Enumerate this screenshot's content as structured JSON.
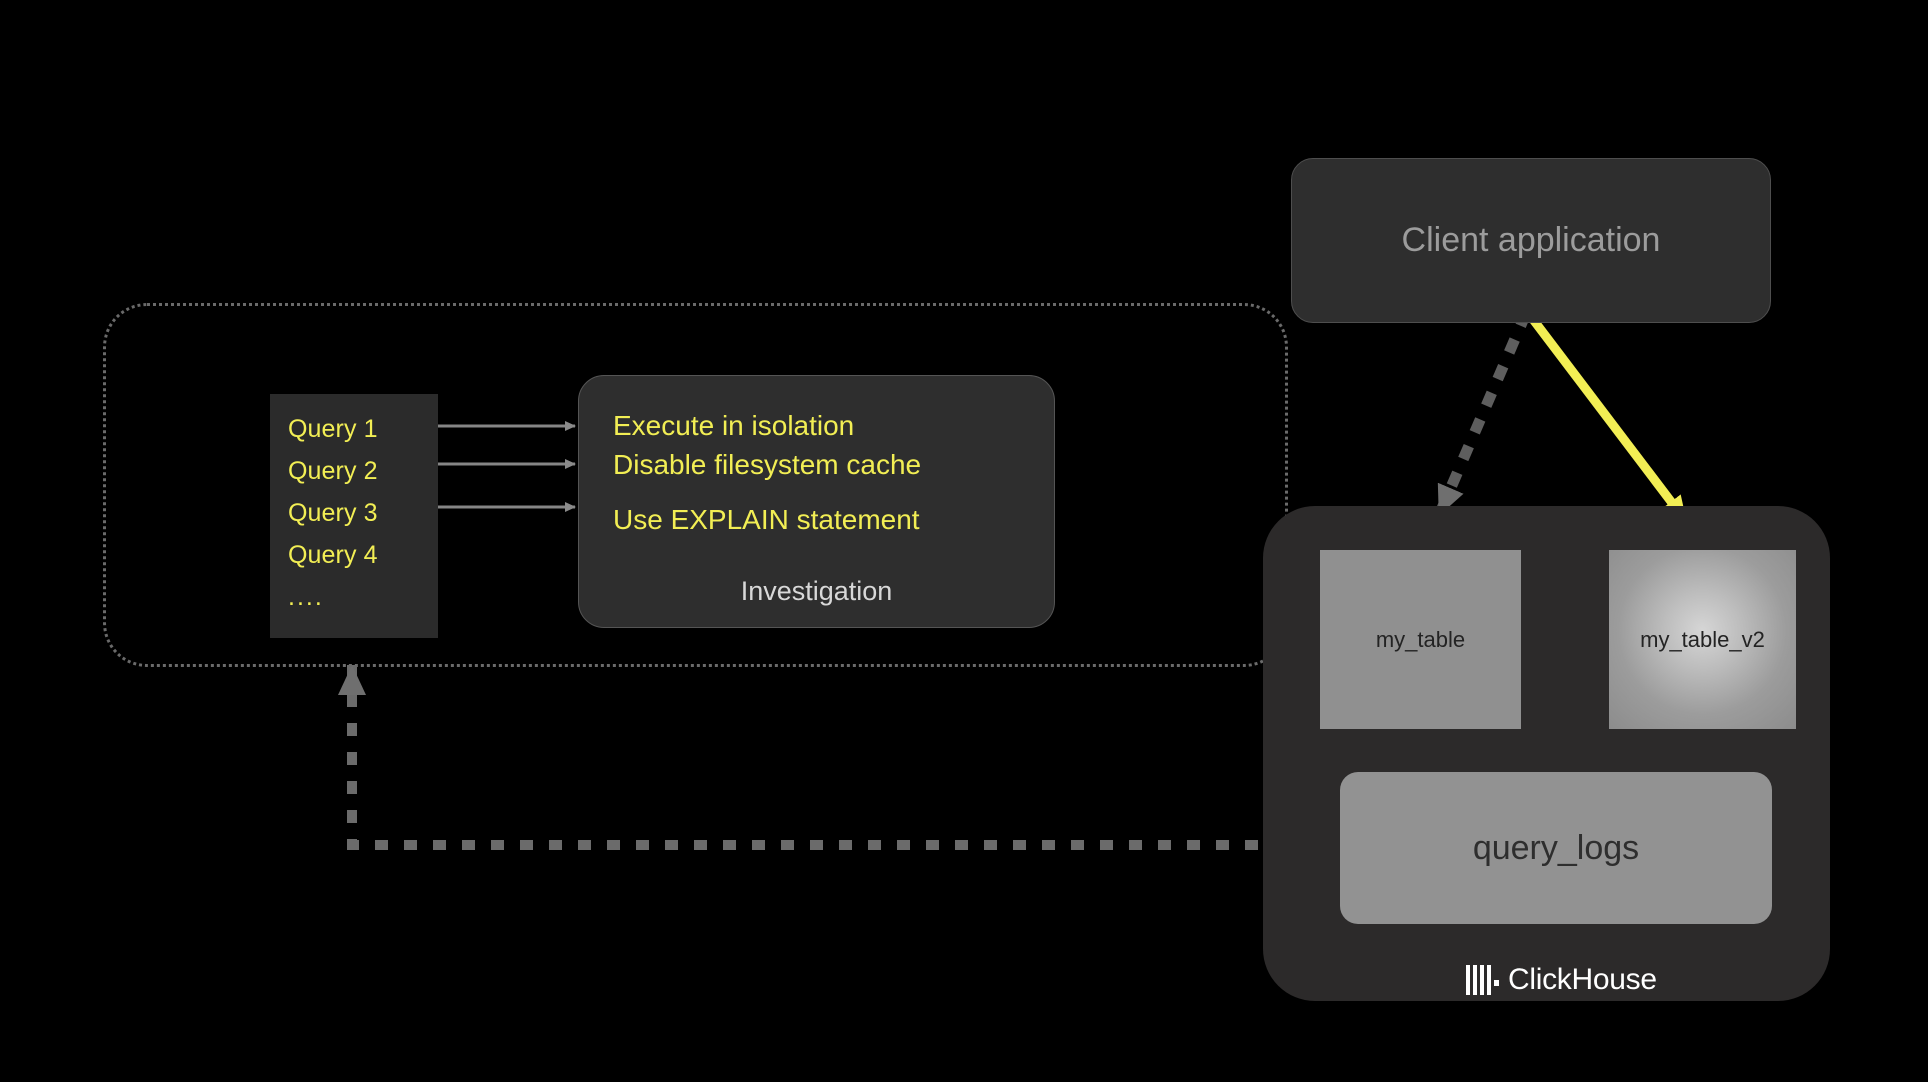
{
  "canvas": {
    "background": "#000000",
    "accent_yellow": "#f2ee54",
    "panel_dark": "#2e2e2e",
    "table_gray": "#909090",
    "arrow_gray": "#858585"
  },
  "investigation_group": {
    "name": "investigation-group",
    "queries": {
      "title": "query-list",
      "items": [
        {
          "label": "Query 1"
        },
        {
          "label": "Query 2"
        },
        {
          "label": "Query 3"
        },
        {
          "label": "Query 4"
        },
        {
          "label": "...."
        }
      ]
    },
    "card": {
      "lines": [
        "Execute in isolation",
        "Disable filesystem cache",
        "Use EXPLAIN statement"
      ],
      "caption": "Investigation"
    }
  },
  "client": {
    "label": "Client application"
  },
  "clickhouse": {
    "brand": "ClickHouse",
    "tables": [
      {
        "label": "my_table"
      },
      {
        "label": "my_table_v2"
      }
    ],
    "logs": {
      "label": "query_logs"
    }
  }
}
